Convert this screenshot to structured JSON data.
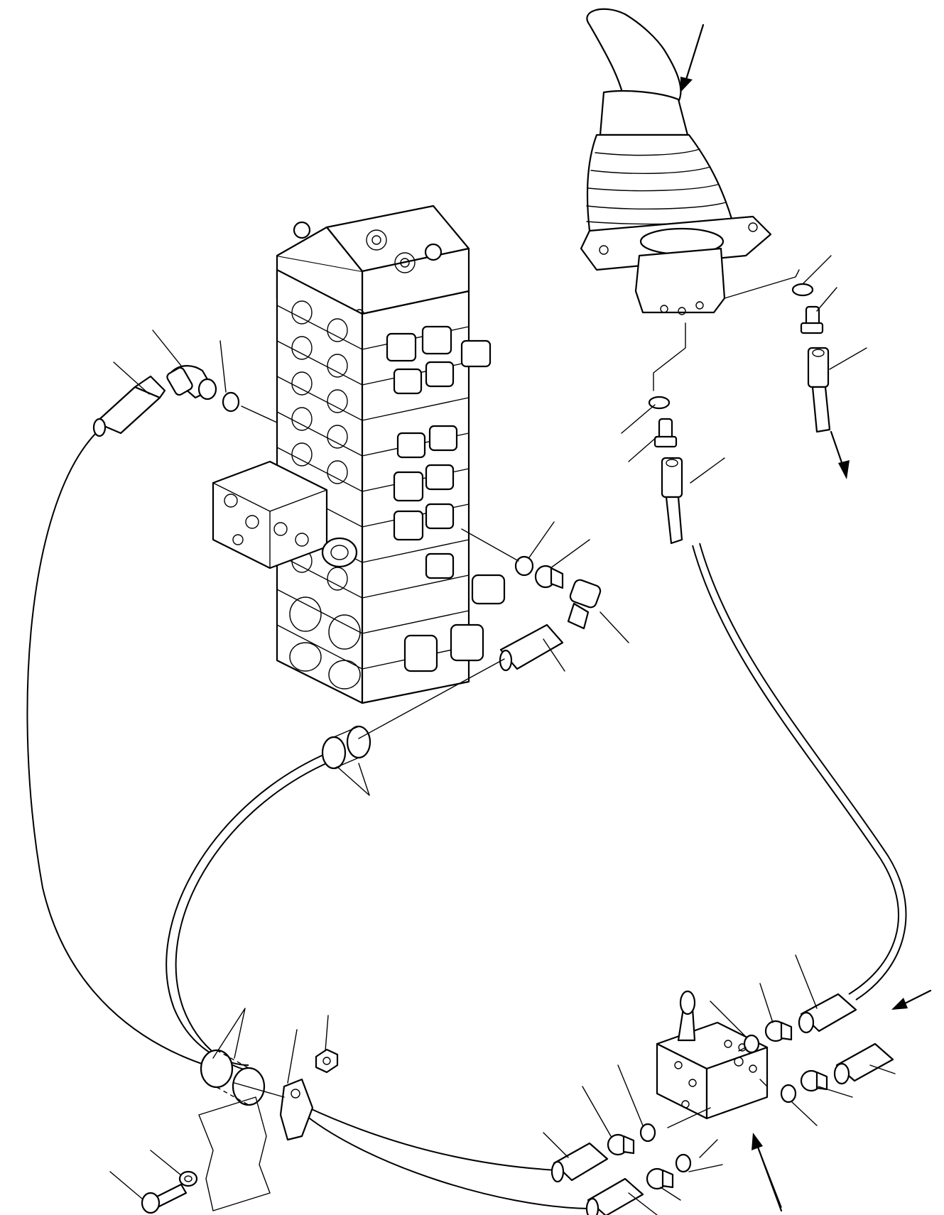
{
  "diagram": {
    "background": "#ffffff",
    "ink": "#000000",
    "components": [
      "control-valve-assembly",
      "joystick-lever",
      "selector-valve-block",
      "hose",
      "elbow-fitting",
      "adapter-fitting",
      "o-ring",
      "hose-clamp",
      "bolt",
      "washer",
      "nut",
      "bracket"
    ]
  }
}
